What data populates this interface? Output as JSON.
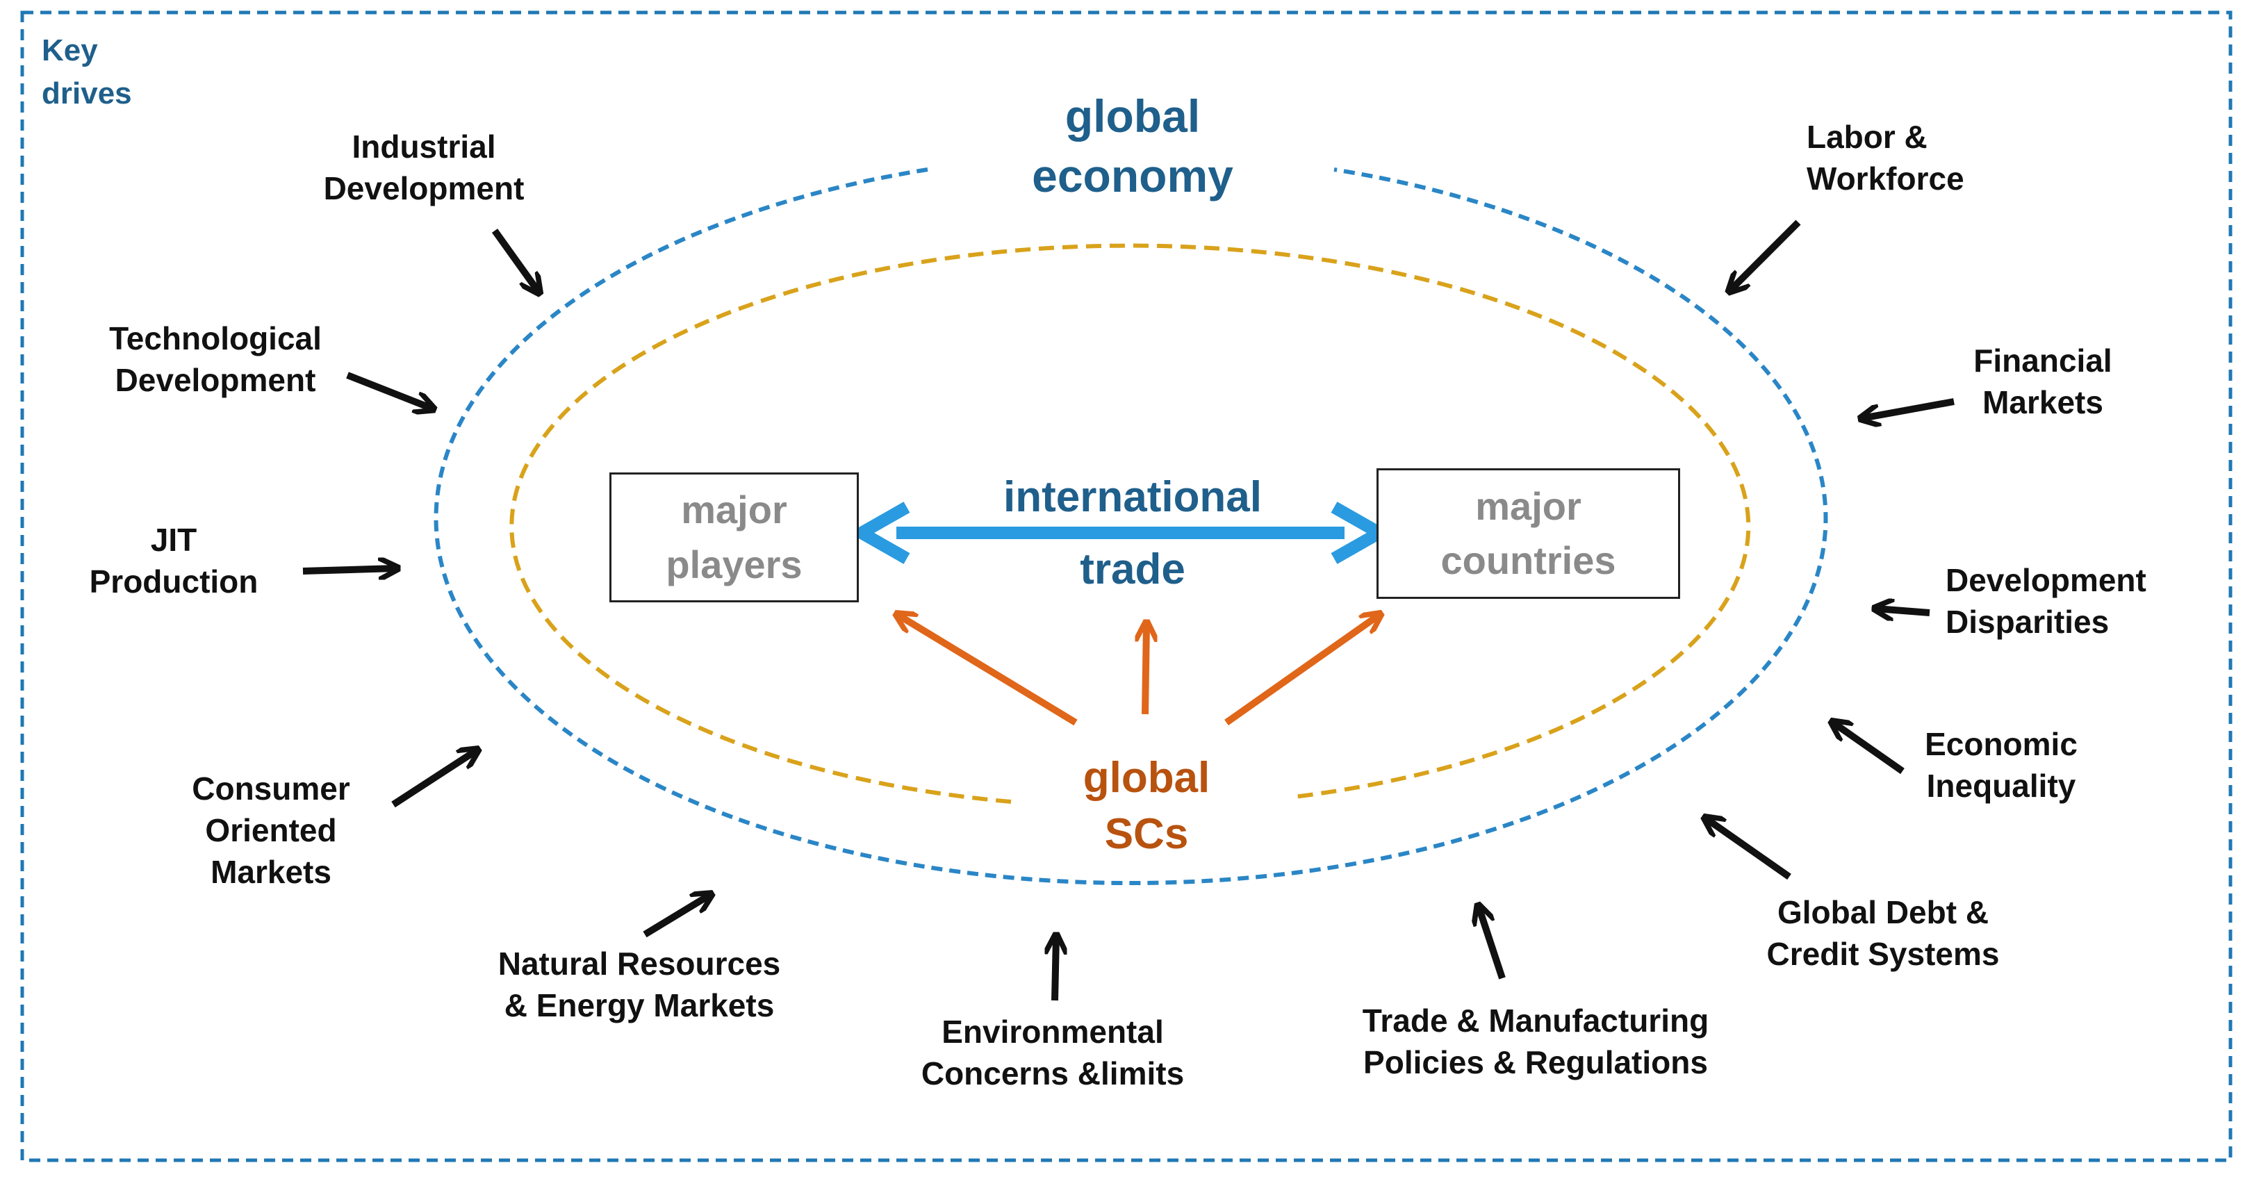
{
  "key": {
    "line1": "Key",
    "line2": "drives"
  },
  "global_economy": {
    "line1": "global",
    "line2": "economy"
  },
  "international_trade": {
    "line1": "international",
    "line2": "trade"
  },
  "global_scs": {
    "line1": "global",
    "line2": "SCs"
  },
  "major_players": {
    "line1": "major",
    "line2": "players"
  },
  "major_countries": {
    "line1": "major",
    "line2": "countries"
  },
  "drivers": {
    "industrial": {
      "line1": "Industrial",
      "line2": "Development"
    },
    "technological": {
      "line1": "Technological",
      "line2": "Development"
    },
    "jit": {
      "line1": "JIT",
      "line2": "Production"
    },
    "consumer": {
      "line1": "Consumer",
      "line2": "Oriented",
      "line3": "Markets"
    },
    "natural": {
      "line1": "Natural Resources",
      "line2": "& Energy Markets"
    },
    "environmental": {
      "line1": "Environmental",
      "line2": "Concerns &limits"
    },
    "trade_policies": {
      "line1": "Trade & Manufacturing",
      "line2": "Policies & Regulations"
    },
    "global_debt": {
      "line1": "Global Debt &",
      "line2": "Credit Systems"
    },
    "economic": {
      "line1": "Economic",
      "line2": "Inequality"
    },
    "development": {
      "line1": "Development",
      "line2": "Disparities"
    },
    "financial": {
      "line1": "Financial",
      "line2": "Markets"
    },
    "labor": {
      "line1": "Labor &",
      "line2": "Workforce"
    }
  },
  "colors": {
    "blue_dashed": "#2a86c6",
    "gold_dashed": "#d9a21b",
    "trade_arrow": "#2a9be0",
    "sc_arrow": "#e0661a",
    "driver_arrow": "#111111"
  }
}
